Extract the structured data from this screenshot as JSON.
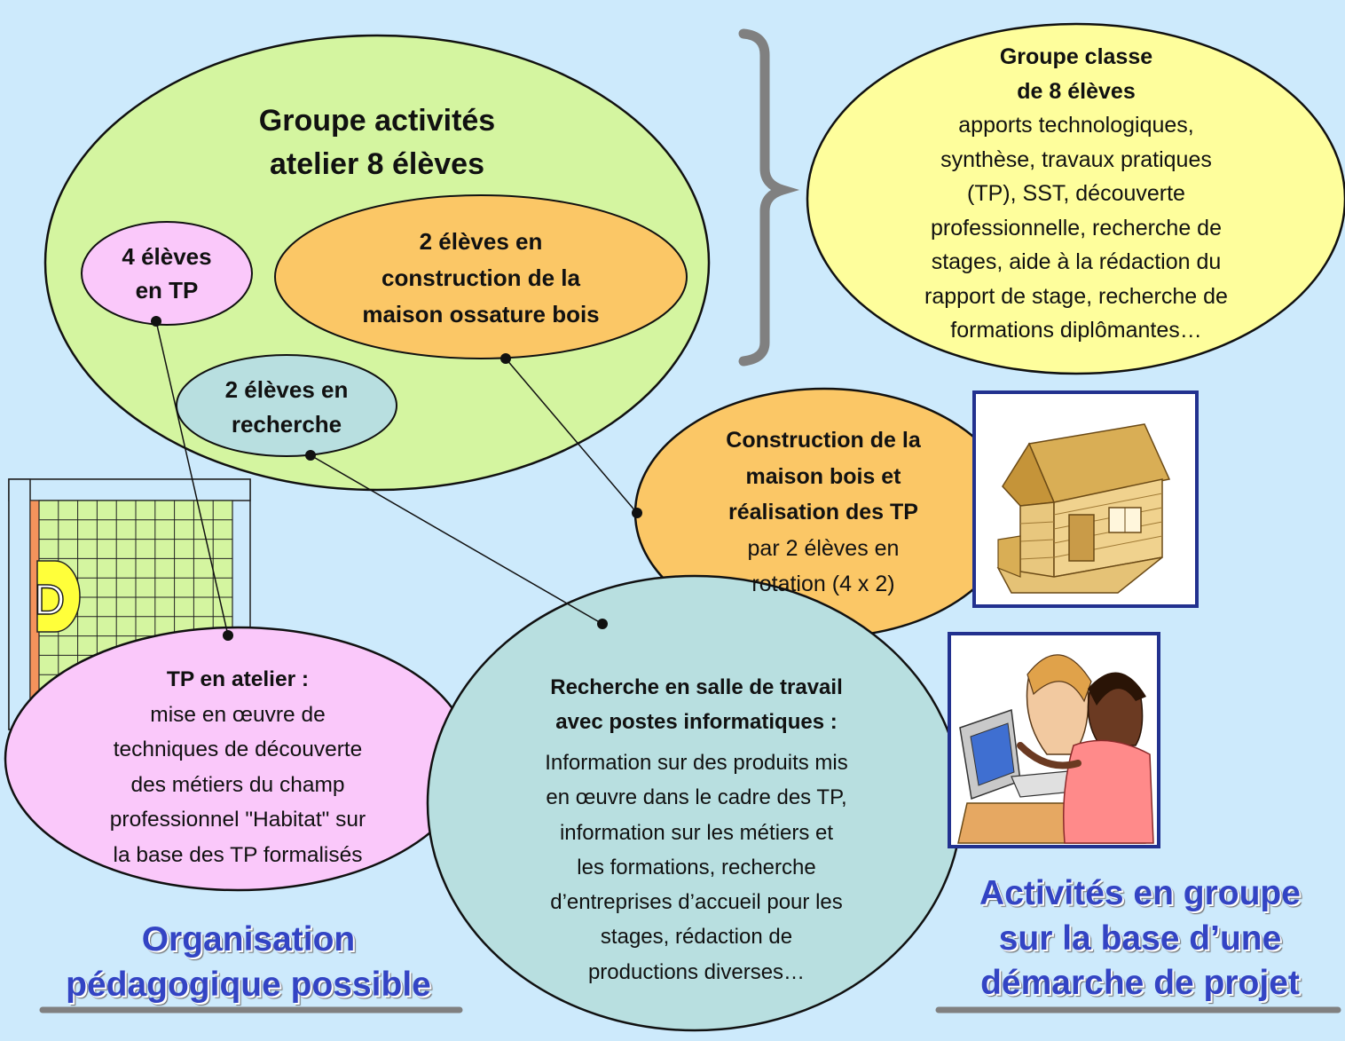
{
  "diagram": {
    "activities_group": {
      "title_lines": [
        "Groupe activités",
        "atelier 8 élèves"
      ]
    },
    "sub_tp": {
      "lines": [
        "4 élèves",
        "en TP"
      ]
    },
    "sub_construction": {
      "lines": [
        "2 élèves en",
        "construction de la",
        "maison ossature bois"
      ]
    },
    "sub_research": {
      "lines": [
        "2 élèves en",
        "recherche"
      ]
    },
    "class_group": {
      "title_lines": [
        "Groupe classe",
        "de  8 élèves"
      ],
      "body_lines": [
        "apports  technologiques,",
        "synthèse, travaux pratiques",
        "(TP), SST, découverte",
        "professionnelle, recherche de",
        "stages, aide à la rédaction du",
        "rapport de stage, recherche de",
        "formations diplômantes…"
      ]
    },
    "construction_detail": {
      "title_lines": [
        "Construction de la",
        "maison bois et",
        "réalisation des TP"
      ],
      "body_lines": [
        "par 2 élèves en",
        "rotation (4 x 2)"
      ]
    },
    "tp_workshop": {
      "title": "TP en atelier :",
      "body_lines": [
        "mise en œuvre de",
        "techniques de découverte",
        "des métiers du champ",
        "professionnel \"Habitat\"  sur",
        "la base des TP formalisés"
      ]
    },
    "research_room": {
      "title_lines": [
        "Recherche en salle de travail",
        "avec postes informatiques :"
      ],
      "body_lines": [
        "Information sur des produits mis",
        "en œuvre dans le cadre des TP,",
        "information sur les métiers et",
        "les formations, recherche",
        "d’entreprises d’accueil pour les",
        "stages, rédaction de",
        "productions diverses…"
      ]
    },
    "floorplan_label": "D",
    "caption_left": [
      "Organisation",
      "pédagogique possible"
    ],
    "caption_right": [
      "Activités en groupe",
      "sur la base d’une",
      "démarche de projet"
    ],
    "colors": {
      "background": "#cdeafc",
      "green_group": "#d4f5a0",
      "pink": "#fac8fa",
      "orange": "#fbc766",
      "teal": "#b8dfe0",
      "yellow": "#fefe9c",
      "title_blue": "#3344c4"
    }
  }
}
